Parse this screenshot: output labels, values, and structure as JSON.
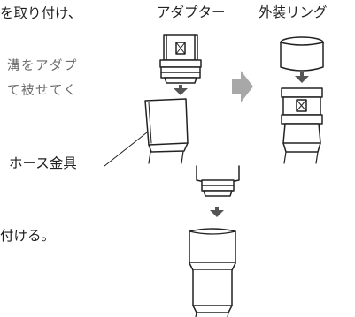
{
  "instructions": {
    "line1": "を取り付け、",
    "line2": "溝をアダプ",
    "line3": "て被せてく",
    "line4": "付ける。"
  },
  "labels": {
    "adapter": "アダプター",
    "outer_ring": "外装リング",
    "hose_fitting": "ホース金具"
  },
  "colors": {
    "arrow_gray": "#a8a8a8",
    "arrow_dark": "#555555",
    "line": "#222222"
  }
}
